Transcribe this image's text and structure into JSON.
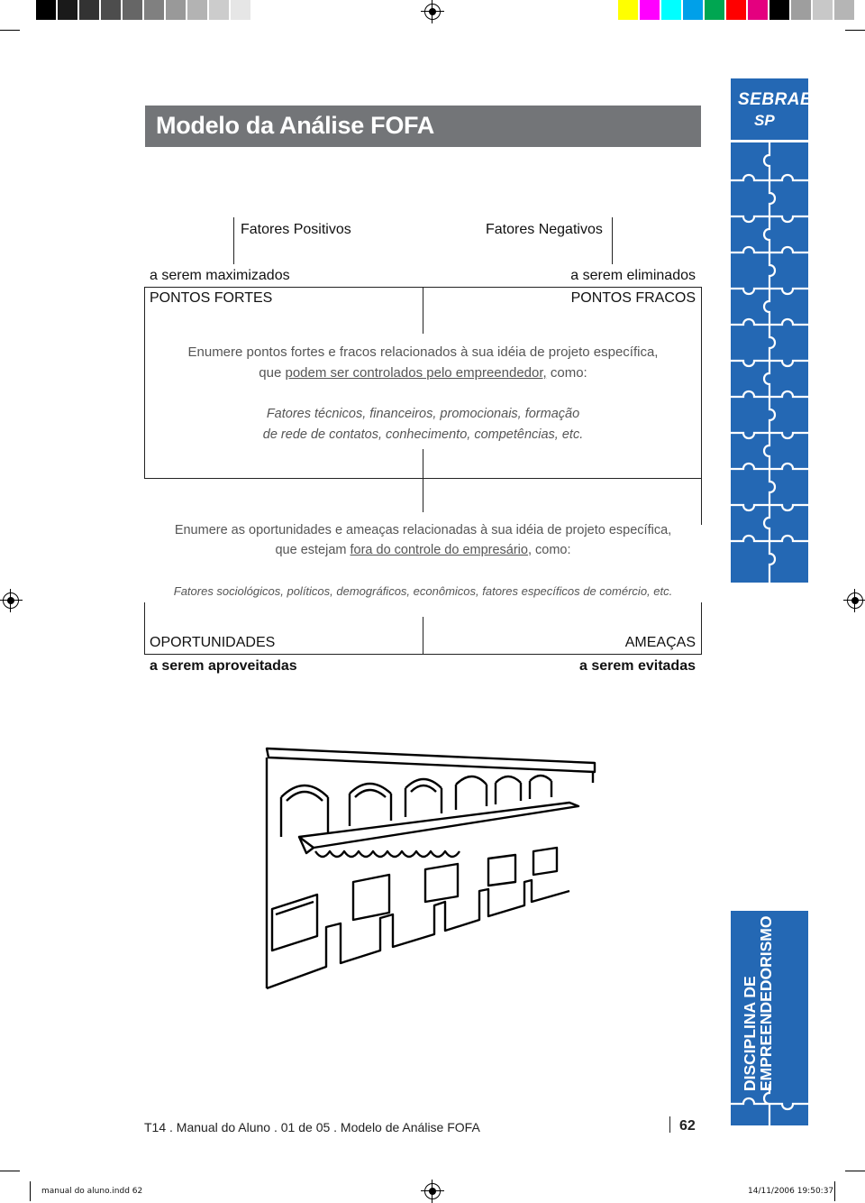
{
  "colors": {
    "title_bar": "#737578",
    "brand_blue": "#2468b4",
    "swatches": [
      "#ffff00",
      "#ff00ff",
      "#00ffff",
      "#00a0e9",
      "#00a651",
      "#ff0000",
      "#e4007f",
      "#000000",
      "#9e9e9e",
      "#c8c8c8",
      "#b5b5b5"
    ]
  },
  "header": {
    "title": "Modelo da Análise FOFA"
  },
  "logo": {
    "line1": "SEBRAE",
    "line2": "SP"
  },
  "sidebar": {
    "vertical_line1": "DISCIPLINA DE",
    "vertical_line2": "EMPREENDEDORISMO"
  },
  "diagram": {
    "positive_header": "Fatores Positivos",
    "negative_header": "Fatores Negativos",
    "tl_sub": "a serem maximizados",
    "tl_label": "PONTOS FORTES",
    "tr_sub": "a serem eliminados",
    "tr_label": "PONTOS FRACOS",
    "internal_line1": "Enumere pontos fortes e fracos relacionados à sua idéia de projeto específica,",
    "internal_line2_pre": "que ",
    "internal_line2_ul": "podem ser controlados pelo empreendedor,",
    "internal_line2_post": " como:",
    "internal_factors_1": "Fatores técnicos, financeiros, promocionais, formação",
    "internal_factors_2": "de rede de contatos, conhecimento, competências, etc.",
    "external_line1": "Enumere as oportunidades e ameaças relacionadas à sua idéia de projeto específica,",
    "external_line2_pre": "que estejam ",
    "external_line2_ul": "fora do controle do empresário",
    "external_line2_post": ", como:",
    "external_factors": "Fatores sociológicos, políticos, demográficos, econômicos, fatores específicos de comércio, etc.",
    "bl_label": "OPORTUNIDADES",
    "bl_sub": "a serem aproveitadas",
    "br_label": "AMEAÇAS",
    "br_sub": "a serem evitadas"
  },
  "footer": {
    "text": "T14 . Manual do Aluno . 01 de 05 . Modelo de Análise FOFA",
    "page": "62"
  },
  "slug": {
    "file": "manual do aluno.indd   62",
    "date": "14/11/2006   19:50:37"
  }
}
